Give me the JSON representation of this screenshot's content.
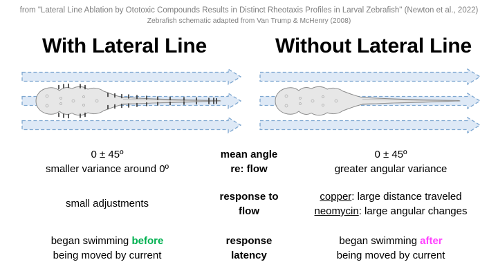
{
  "header": {
    "source": "from \"Lateral Line Ablation by Ototoxic Compounds Results in Distinct Rheotaxis Profiles in Larval Zebrafish\" (Newton et al., 2022)",
    "credit": "Zebrafish schematic adapted from Van Trump & McHenry (2008)"
  },
  "titles": {
    "left": "With Lateral Line",
    "right": "Without Lateral Line"
  },
  "diagram": {
    "flow_arrow_icon": "dashed-block-arrow-right",
    "left_fish_icon": "zebrafish-dorsal-with-neuromasts",
    "right_fish_icon": "zebrafish-dorsal-lateral-line-ablated"
  },
  "comparison": {
    "rows": [
      {
        "label_line1": "mean angle",
        "label_line2": "re: flow",
        "left_line1": "0 ± 45º",
        "left_line2": "smaller variance around 0º",
        "right_line1": "0 ± 45º",
        "right_line2": "greater angular variance"
      },
      {
        "label_line1": "response to flow",
        "left_line1": "small adjustments",
        "right_term1": "copper",
        "right_rest1": ": large distance traveled",
        "right_term2": "neomycin",
        "right_rest2": ": large angular changes"
      },
      {
        "label_line1": "response latency",
        "left_prefix": "began swimming",
        "left_highlight": "before",
        "left_line2": "being moved by current",
        "right_prefix": "began swimming",
        "right_highlight": "after",
        "right_line2": "being moved by current"
      }
    ]
  },
  "colors": {
    "before_green": "#00B050",
    "after_magenta": "#FF40FF",
    "flow_arrow_fill": "#DEE9F6",
    "flow_arrow_border": "#7CA6D0",
    "header_gray": "#7F7F7F"
  }
}
